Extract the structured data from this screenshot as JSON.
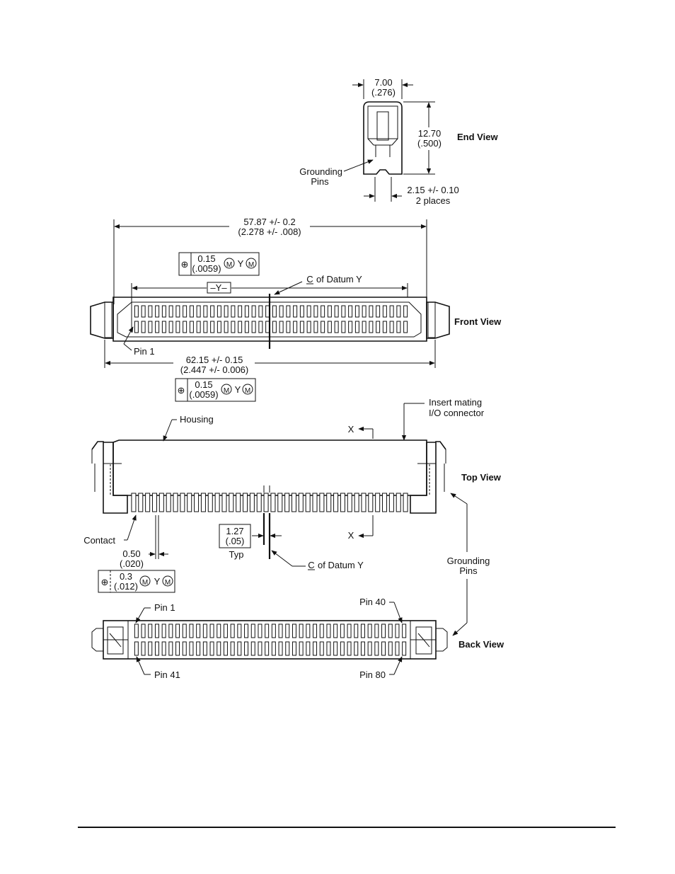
{
  "end_view": {
    "title": "End View",
    "width_mm": "7.00",
    "width_in": "(.276)",
    "height_mm": "12.70",
    "height_in": "(.500)",
    "pin_label_1": "Grounding",
    "pin_label_2": "Pins",
    "spacing_1": "2.15 +/- 0.10",
    "spacing_2": "2 places"
  },
  "front_view": {
    "title": "Front View",
    "overall_mm": "57.87 +/- 0.2",
    "overall_in": "(2.278 +/- .008)",
    "tol_top_mm": "0.15",
    "tol_top_in": "(.0059)",
    "datum_box": "–Y–",
    "centerline_label": "of Datum Y",
    "pin1": "Pin 1",
    "total_mm": "62.15 +/- 0.15",
    "total_in": "(2.447 +/- 0.006)",
    "tol_bottom_mm": "0.15",
    "tol_bottom_in": "(.0059)"
  },
  "top_view": {
    "title": "Top View",
    "housing": "Housing",
    "insert_1": "Insert mating",
    "insert_2": "I/O connector",
    "x_top": "X",
    "x_bottom": "X",
    "contact": "Contact",
    "pitch_mm": "0.50",
    "pitch_in": "(.020)",
    "tol_mm": "0.3",
    "tol_in": "(.012)",
    "typ_mm": "1.27",
    "typ_in": "(.05)",
    "typ": "Typ",
    "centerline_label": "of Datum Y",
    "grounding_1": "Grounding",
    "grounding_2": "Pins"
  },
  "back_view": {
    "title": "Back View",
    "pin1": "Pin 1",
    "pin40": "Pin 40",
    "pin41": "Pin 41",
    "pin80": "Pin 80"
  },
  "symbols": {
    "position": "⊕",
    "mmc": "M",
    "datum": "Y",
    "centerline": "C"
  }
}
